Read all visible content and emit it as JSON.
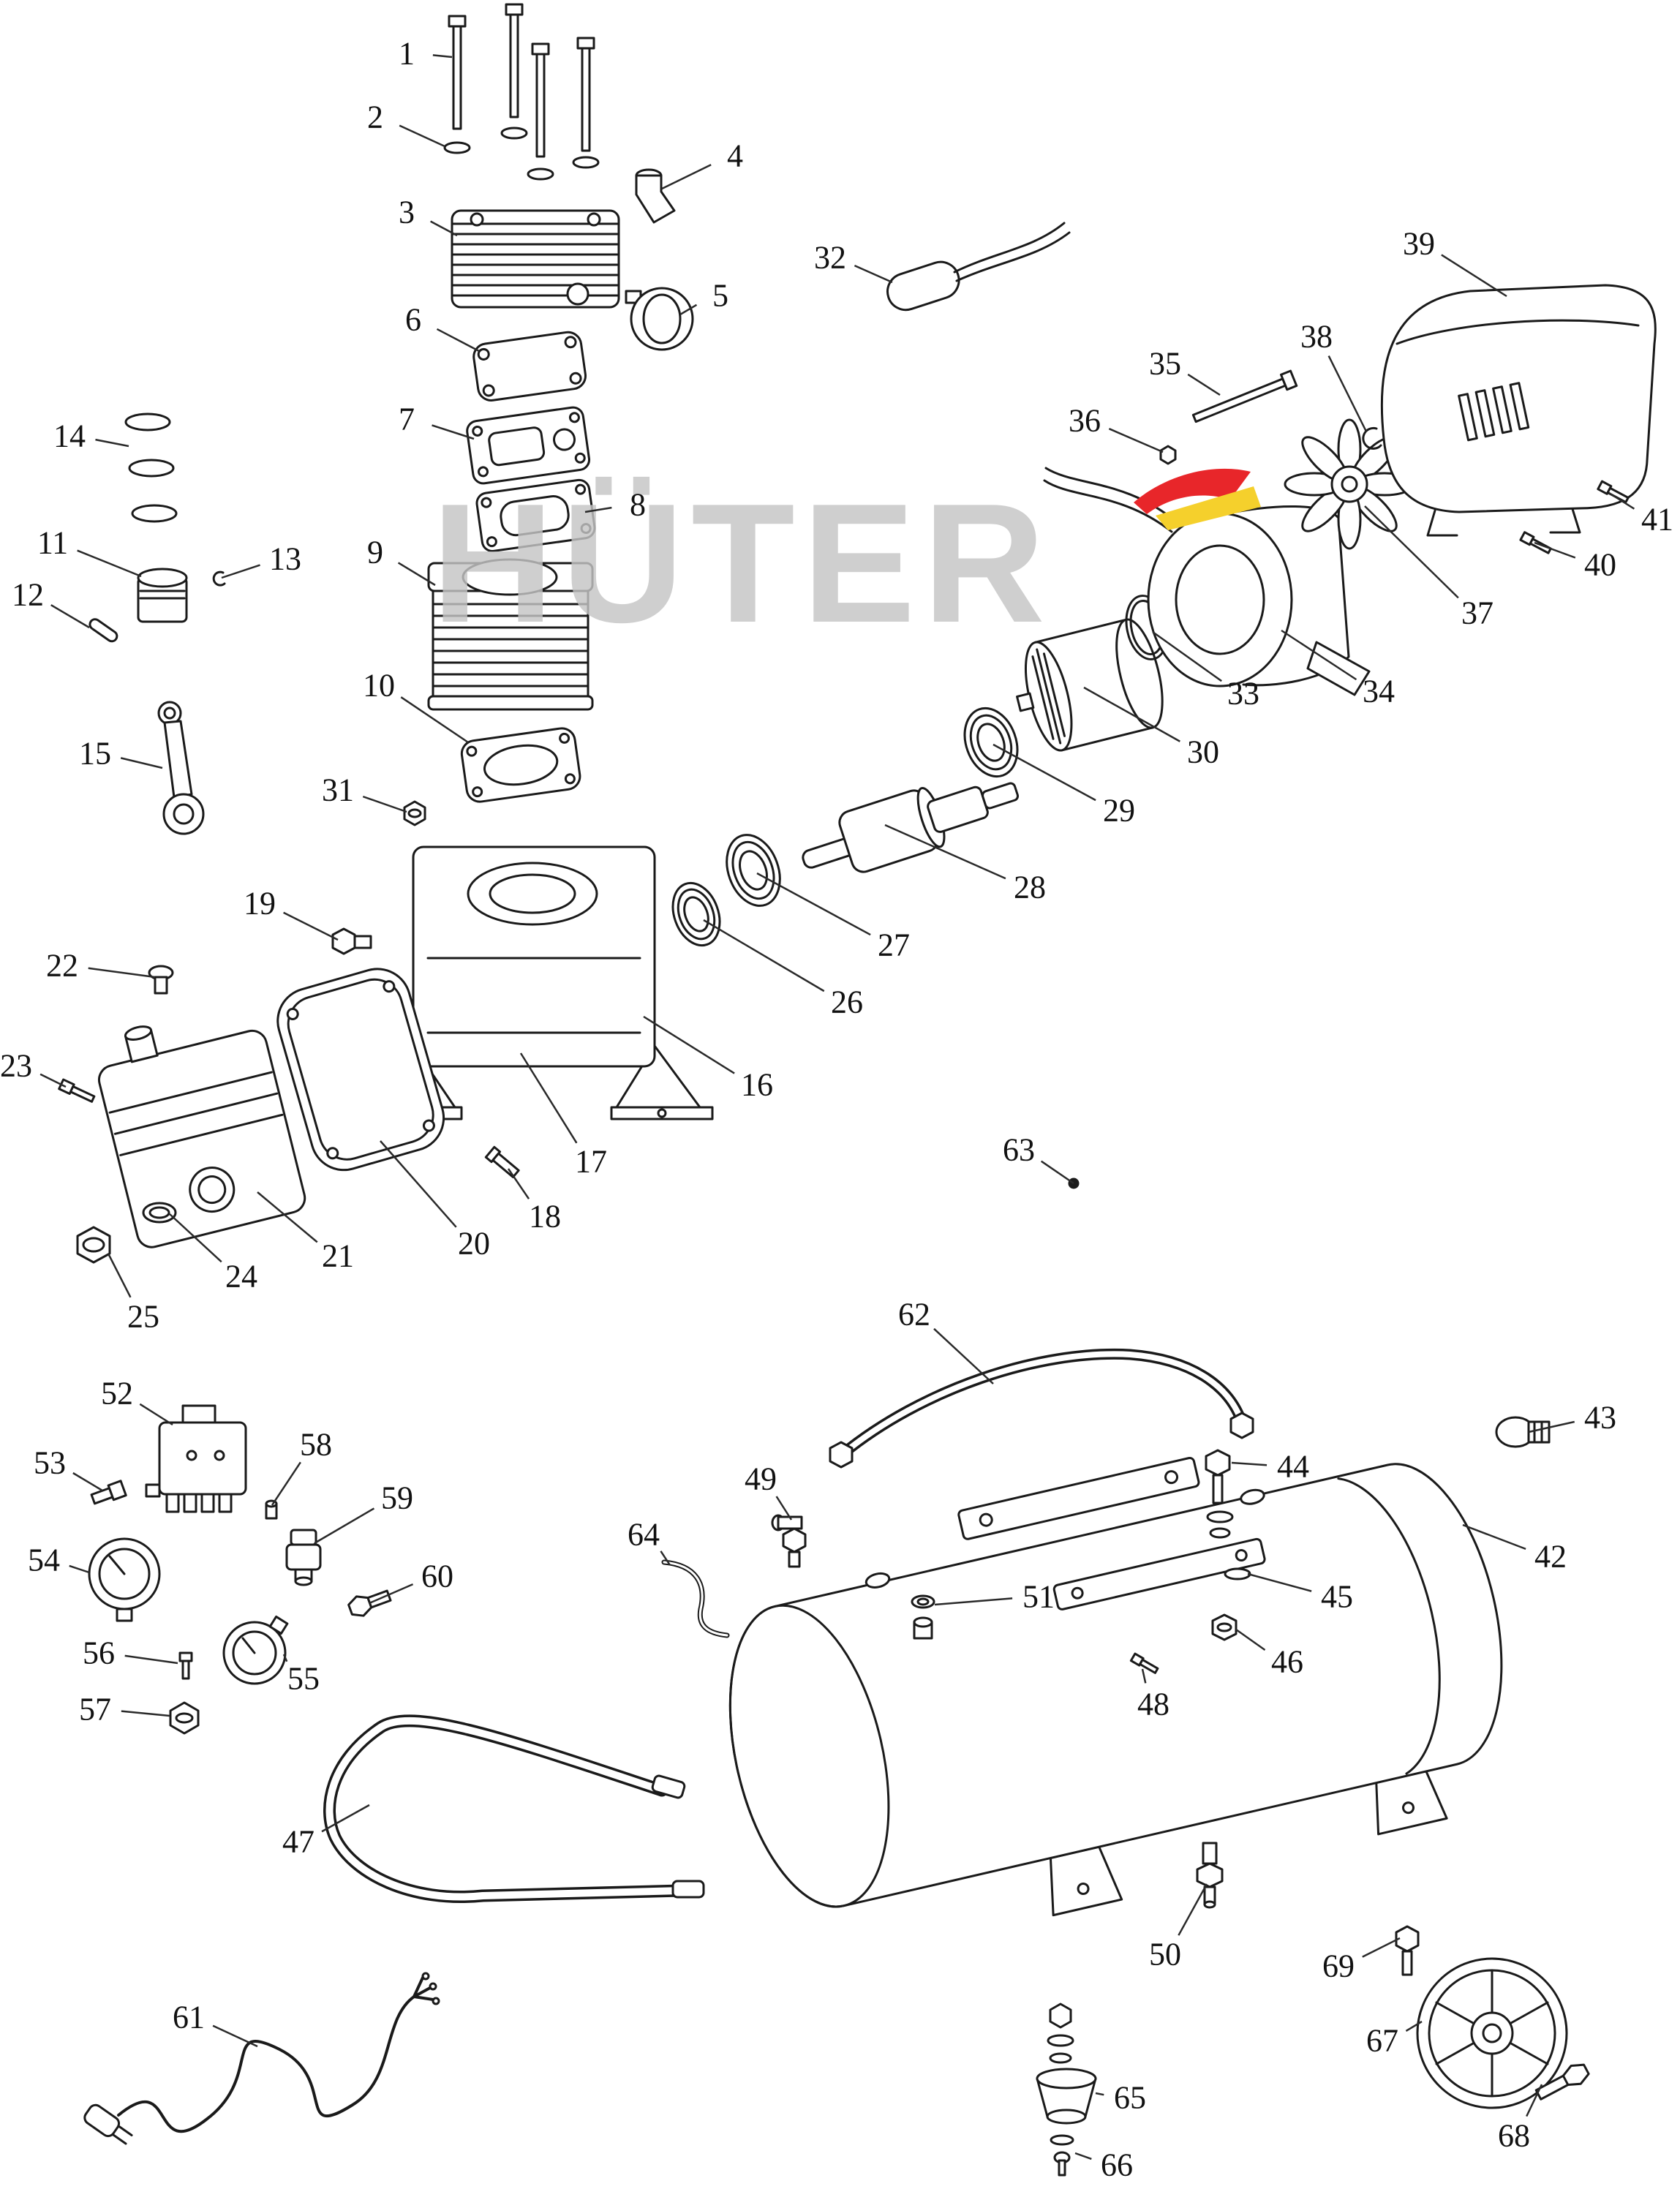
{
  "diagram": {
    "type": "exploded-parts-diagram",
    "subject": "air compressor assembly",
    "background": "#ffffff",
    "line_color": "#1a1a1a",
    "watermark": {
      "text": "HÜTER",
      "text_color": "#c4c4c4",
      "flag_red": "#e8262a",
      "flag_yellow": "#f5d02c"
    },
    "parts": [
      {
        "n": "1",
        "label": [
          556,
          73
        ],
        "target": [
          618,
          78
        ]
      },
      {
        "n": "2",
        "label": [
          513,
          160
        ],
        "target": [
          608,
          200
        ]
      },
      {
        "n": "3",
        "label": [
          556,
          290
        ],
        "target": [
          625,
          322
        ]
      },
      {
        "n": "4",
        "label": [
          1005,
          213
        ],
        "target": [
          905,
          258
        ]
      },
      {
        "n": "5",
        "label": [
          985,
          404
        ],
        "target": [
          930,
          430
        ]
      },
      {
        "n": "6",
        "label": [
          565,
          437
        ],
        "target": [
          655,
          480
        ]
      },
      {
        "n": "7",
        "label": [
          556,
          573
        ],
        "target": [
          648,
          600
        ]
      },
      {
        "n": "8",
        "label": [
          872,
          690
        ],
        "target": [
          800,
          700
        ]
      },
      {
        "n": "9",
        "label": [
          513,
          755
        ],
        "target": [
          595,
          800
        ]
      },
      {
        "n": "10",
        "label": [
          518,
          937
        ],
        "target": [
          640,
          1015
        ]
      },
      {
        "n": "11",
        "label": [
          72,
          742
        ],
        "target": [
          193,
          788
        ]
      },
      {
        "n": "12",
        "label": [
          38,
          813
        ],
        "target": [
          122,
          858
        ]
      },
      {
        "n": "13",
        "label": [
          390,
          764
        ],
        "target": [
          303,
          790
        ]
      },
      {
        "n": "14",
        "label": [
          95,
          596
        ],
        "target": [
          176,
          610
        ]
      },
      {
        "n": "15",
        "label": [
          130,
          1030
        ],
        "target": [
          222,
          1050
        ]
      },
      {
        "n": "16",
        "label": [
          1035,
          1483
        ],
        "target": [
          880,
          1390
        ]
      },
      {
        "n": "17",
        "label": [
          808,
          1588
        ],
        "target": [
          712,
          1440
        ]
      },
      {
        "n": "18",
        "label": [
          745,
          1663
        ],
        "target": [
          695,
          1598
        ]
      },
      {
        "n": "19",
        "label": [
          355,
          1235
        ],
        "target": [
          462,
          1285
        ]
      },
      {
        "n": "20",
        "label": [
          648,
          1700
        ],
        "target": [
          520,
          1560
        ]
      },
      {
        "n": "21",
        "label": [
          462,
          1717
        ],
        "target": [
          352,
          1630
        ]
      },
      {
        "n": "22",
        "label": [
          85,
          1320
        ],
        "target": [
          212,
          1336
        ]
      },
      {
        "n": "23",
        "label": [
          22,
          1457
        ],
        "target": [
          90,
          1486
        ]
      },
      {
        "n": "24",
        "label": [
          330,
          1745
        ],
        "target": [
          232,
          1660
        ]
      },
      {
        "n": "25",
        "label": [
          196,
          1800
        ],
        "target": [
          148,
          1714
        ]
      },
      {
        "n": "26",
        "label": [
          1158,
          1370
        ],
        "target": [
          962,
          1258
        ]
      },
      {
        "n": "27",
        "label": [
          1222,
          1292
        ],
        "target": [
          1035,
          1194
        ]
      },
      {
        "n": "28",
        "label": [
          1408,
          1213
        ],
        "target": [
          1210,
          1128
        ]
      },
      {
        "n": "29",
        "label": [
          1530,
          1108
        ],
        "target": [
          1358,
          1018
        ]
      },
      {
        "n": "30",
        "label": [
          1645,
          1028
        ],
        "target": [
          1482,
          940
        ]
      },
      {
        "n": "31",
        "label": [
          462,
          1080
        ],
        "target": [
          556,
          1110
        ]
      },
      {
        "n": "32",
        "label": [
          1135,
          352
        ],
        "target": [
          1220,
          386
        ]
      },
      {
        "n": "33",
        "label": [
          1700,
          948
        ],
        "target": [
          1576,
          864
        ]
      },
      {
        "n": "34",
        "label": [
          1885,
          945
        ],
        "target": [
          1752,
          862
        ]
      },
      {
        "n": "35",
        "label": [
          1593,
          497
        ],
        "target": [
          1668,
          540
        ]
      },
      {
        "n": "36",
        "label": [
          1483,
          575
        ],
        "target": [
          1590,
          618
        ]
      },
      {
        "n": "37",
        "label": [
          2020,
          838
        ],
        "target": [
          1866,
          692
        ]
      },
      {
        "n": "38",
        "label": [
          1800,
          460
        ],
        "target": [
          1868,
          590
        ]
      },
      {
        "n": "39",
        "label": [
          1940,
          333
        ],
        "target": [
          2060,
          405
        ]
      },
      {
        "n": "40",
        "label": [
          2188,
          772
        ],
        "target": [
          2098,
          742
        ]
      },
      {
        "n": "41",
        "label": [
          2266,
          710
        ],
        "target": [
          2200,
          674
        ]
      },
      {
        "n": "42",
        "label": [
          2120,
          2128
        ],
        "target": [
          2000,
          2085
        ]
      },
      {
        "n": "43",
        "label": [
          2188,
          1938
        ],
        "target": [
          2090,
          1958
        ]
      },
      {
        "n": "44",
        "label": [
          1768,
          2005
        ],
        "target": [
          1684,
          2000
        ]
      },
      {
        "n": "45",
        "label": [
          1828,
          2183
        ],
        "target": [
          1706,
          2152
        ]
      },
      {
        "n": "46",
        "label": [
          1760,
          2272
        ],
        "target": [
          1690,
          2228
        ]
      },
      {
        "n": "47",
        "label": [
          408,
          2518
        ],
        "target": [
          505,
          2468
        ]
      },
      {
        "n": "48",
        "label": [
          1577,
          2330
        ],
        "target": [
          1562,
          2282
        ]
      },
      {
        "n": "49",
        "label": [
          1040,
          2022
        ],
        "target": [
          1082,
          2078
        ]
      },
      {
        "n": "50",
        "label": [
          1593,
          2672
        ],
        "target": [
          1650,
          2576
        ]
      },
      {
        "n": "51",
        "label": [
          1420,
          2183
        ],
        "target": [
          1278,
          2194
        ]
      },
      {
        "n": "52",
        "label": [
          160,
          1905
        ],
        "target": [
          236,
          1948
        ]
      },
      {
        "n": "53",
        "label": [
          68,
          2000
        ],
        "target": [
          140,
          2038
        ]
      },
      {
        "n": "54",
        "label": [
          60,
          2133
        ],
        "target": [
          122,
          2150
        ]
      },
      {
        "n": "55",
        "label": [
          415,
          2295
        ],
        "target": [
          388,
          2262
        ]
      },
      {
        "n": "56",
        "label": [
          135,
          2260
        ],
        "target": [
          243,
          2274
        ]
      },
      {
        "n": "57",
        "label": [
          130,
          2337
        ],
        "target": [
          232,
          2346
        ]
      },
      {
        "n": "58",
        "label": [
          432,
          1975
        ],
        "target": [
          372,
          2058
        ]
      },
      {
        "n": "59",
        "label": [
          543,
          2048
        ],
        "target": [
          430,
          2110
        ]
      },
      {
        "n": "60",
        "label": [
          598,
          2155
        ],
        "target": [
          505,
          2192
        ]
      },
      {
        "n": "61",
        "label": [
          258,
          2758
        ],
        "target": [
          352,
          2798
        ]
      },
      {
        "n": "62",
        "label": [
          1250,
          1797
        ],
        "target": [
          1358,
          1892
        ]
      },
      {
        "n": "63",
        "label": [
          1393,
          1572
        ],
        "target": [
          1468,
          1618
        ]
      },
      {
        "n": "64",
        "label": [
          880,
          2098
        ],
        "target": [
          916,
          2140
        ]
      },
      {
        "n": "65",
        "label": [
          1545,
          2868
        ],
        "target": [
          1498,
          2862
        ]
      },
      {
        "n": "66",
        "label": [
          1527,
          2960
        ],
        "target": [
          1470,
          2944
        ]
      },
      {
        "n": "67",
        "label": [
          1890,
          2790
        ],
        "target": [
          1944,
          2764
        ]
      },
      {
        "n": "68",
        "label": [
          2070,
          2920
        ],
        "target": [
          2108,
          2850
        ]
      },
      {
        "n": "69",
        "label": [
          1830,
          2688
        ],
        "target": [
          1914,
          2650
        ]
      }
    ]
  }
}
